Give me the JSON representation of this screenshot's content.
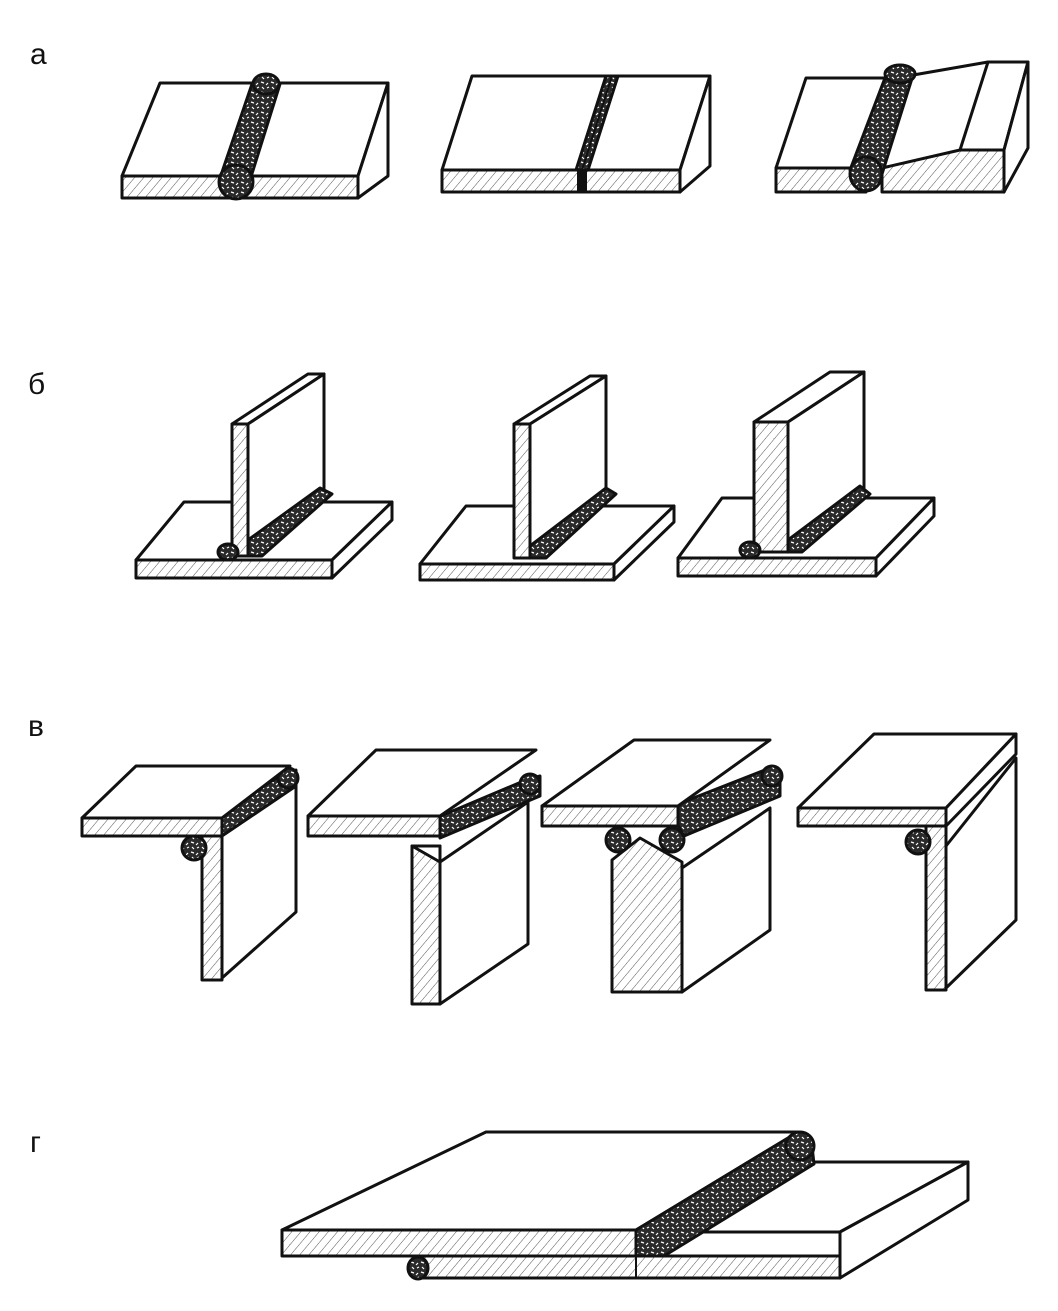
{
  "labels": {
    "a": "а",
    "b": "б",
    "v": "в",
    "g": "г"
  },
  "style": {
    "ink": "#111111",
    "paper": "#ffffff"
  }
}
